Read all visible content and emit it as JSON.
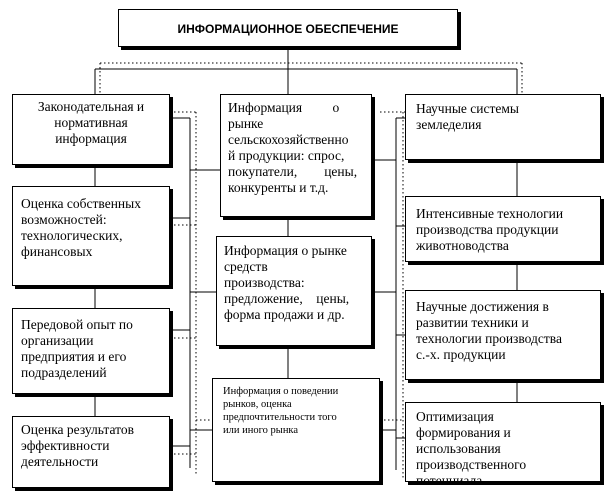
{
  "title": "ИНФОРМАЦИОННОЕ ОБЕСПЕЧЕНИЕ",
  "left": [
    "Законодательная и\nнормативная\nинформация",
    "Оценка собственных\nвозможностей:\nтехнологических,\nфинансовых",
    "Передовой опыт по\nорганизации\nпредприятия и его\nподразделений",
    "Оценка результатов\nэффективности\nдеятельности"
  ],
  "center": [
    "Информация         о\nрынке\nсельскохозяйственно\nй продукции: спрос,\nпокупатели,        цены,\nконкуренты и т.д.",
    "Информация о рынке\nсредств\nпроизводства:\nпредложение,    цены,\nформа продажи и др.",
    "Информация о поведении\nрынков, оценка\nпредпочтительности того\nили иного рынка"
  ],
  "right": [
    "Научные системы\nземледелия",
    "Интенсивные технологии\nпроизводства продукции\nживотноводства",
    "Научные достижения в\nразвитии техники и\nтехнологии производства\nс.-х. продукции",
    "Оптимизация\nформирования и\nиспользования\nпроизводственного\nпотенциала"
  ]
}
